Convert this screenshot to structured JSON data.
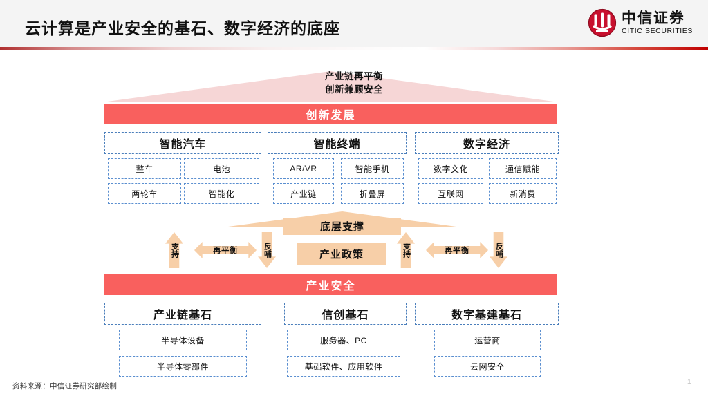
{
  "header": {
    "title": "云计算是产业安全的基石、数字经济的底座",
    "logo_cn": "中信证券",
    "logo_en": "CITIC SECURITIES",
    "logo_icon": "citic-roundel-logo"
  },
  "top": {
    "triangle_line1": "产业链再平衡",
    "triangle_line2": "创新兼顾安全",
    "banner": "创新发展"
  },
  "innovation_groups": [
    {
      "title": "智能汽车",
      "items": [
        "整车",
        "电池",
        "两轮车",
        "智能化"
      ]
    },
    {
      "title": "智能终端",
      "items": [
        "AR/VR",
        "智能手机",
        "产业链",
        "折叠屏"
      ]
    },
    {
      "title": "数字经济",
      "items": [
        "数字文化",
        "通信赋能",
        "互联网",
        "新消费"
      ]
    }
  ],
  "middle": {
    "support_label": "底层支撑",
    "policy_label": "产业政策",
    "flows": [
      {
        "up": "支持",
        "mid": "再平衡",
        "down": "反哺"
      },
      {
        "up": "支持",
        "mid": "再平衡",
        "down": "反哺"
      }
    ]
  },
  "bottom": {
    "banner": "产业安全",
    "groups": [
      {
        "title": "产业链基石",
        "items": [
          "半导体设备",
          "半导体零部件"
        ]
      },
      {
        "title": "信创基石",
        "items": [
          "服务器、PC",
          "基础软件、应用软件"
        ]
      },
      {
        "title": "数字基建基石",
        "items": [
          "运营商",
          "云网安全"
        ]
      }
    ]
  },
  "footer": {
    "source": "资料来源：中信证券研究部绘制",
    "page_number": "1"
  },
  "colors": {
    "banner_red": "#f9605e",
    "brand_red": "#c00000",
    "peach": "#f7cfa8",
    "pale_pink": "#f6d6d6",
    "dash_blue": "#4a7ebb"
  }
}
